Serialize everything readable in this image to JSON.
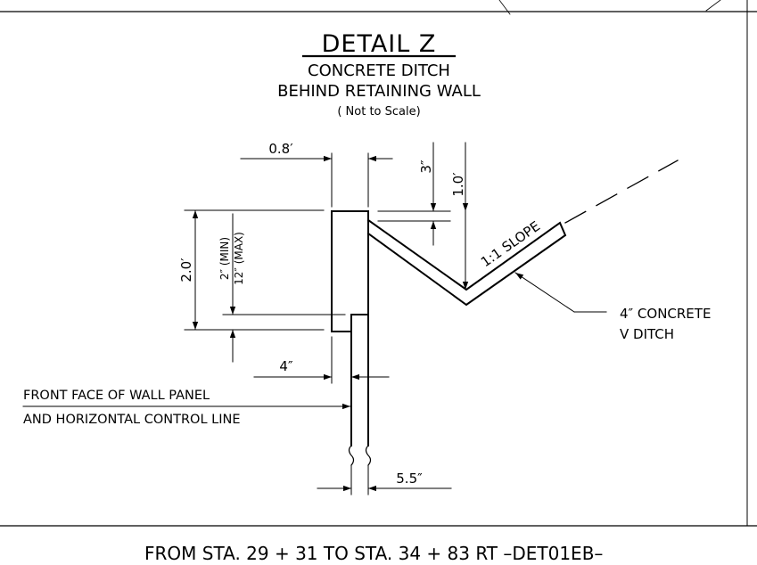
{
  "title": "DETAIL Z",
  "subtitle_line1": "CONCRETE DITCH",
  "subtitle_line2": "BEHIND  RETAINING  WALL",
  "scale_note": "( Not to  Scale)",
  "dimensions": {
    "wall_top_width": "0.8′",
    "depth_3in": "3″",
    "depth_1ft": "1.0′",
    "height_2ft": "2.0′",
    "min_embed": "2″ (MIN)",
    "max_embed": "12″ (MAX)",
    "offset_4in": "4″",
    "panel_5_5in": "5.5″"
  },
  "slope_label": "1:1  SLOPE",
  "callout_line1": "4″ CONCRETE",
  "callout_line2": "V DITCH",
  "wall_label_line1": "FRONT FACE OF WALL PANEL",
  "wall_label_line2": "AND  HORIZONTAL CONTROL LINE",
  "station_note": "FROM   STA. 29 + 31  TO   STA. 34 + 83  RT  –DET01EB–"
}
